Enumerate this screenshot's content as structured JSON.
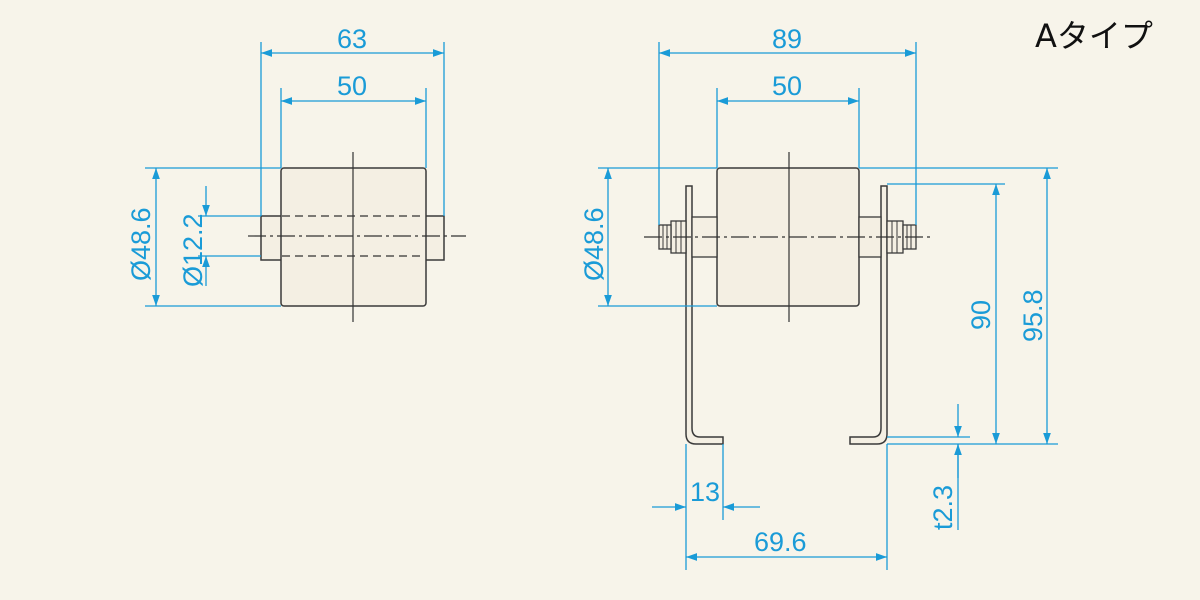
{
  "title": "Aタイプ",
  "colors": {
    "background": "#f7f4ea",
    "dimension": "#1a9bd7",
    "outline": "#3a3a3a"
  },
  "left_view": {
    "dims": {
      "overall_width": "63",
      "roller_width": "50",
      "roller_diameter": "Ø48.6",
      "shaft_diameter": "Ø12.2"
    }
  },
  "right_view": {
    "dims": {
      "overall_width": "89",
      "roller_width": "50",
      "roller_diameter": "Ø48.6",
      "axis_height": "90",
      "overall_height": "95.8",
      "foot_length": "13",
      "plate_thickness": "t2.3",
      "foot_span": "69.6"
    }
  }
}
